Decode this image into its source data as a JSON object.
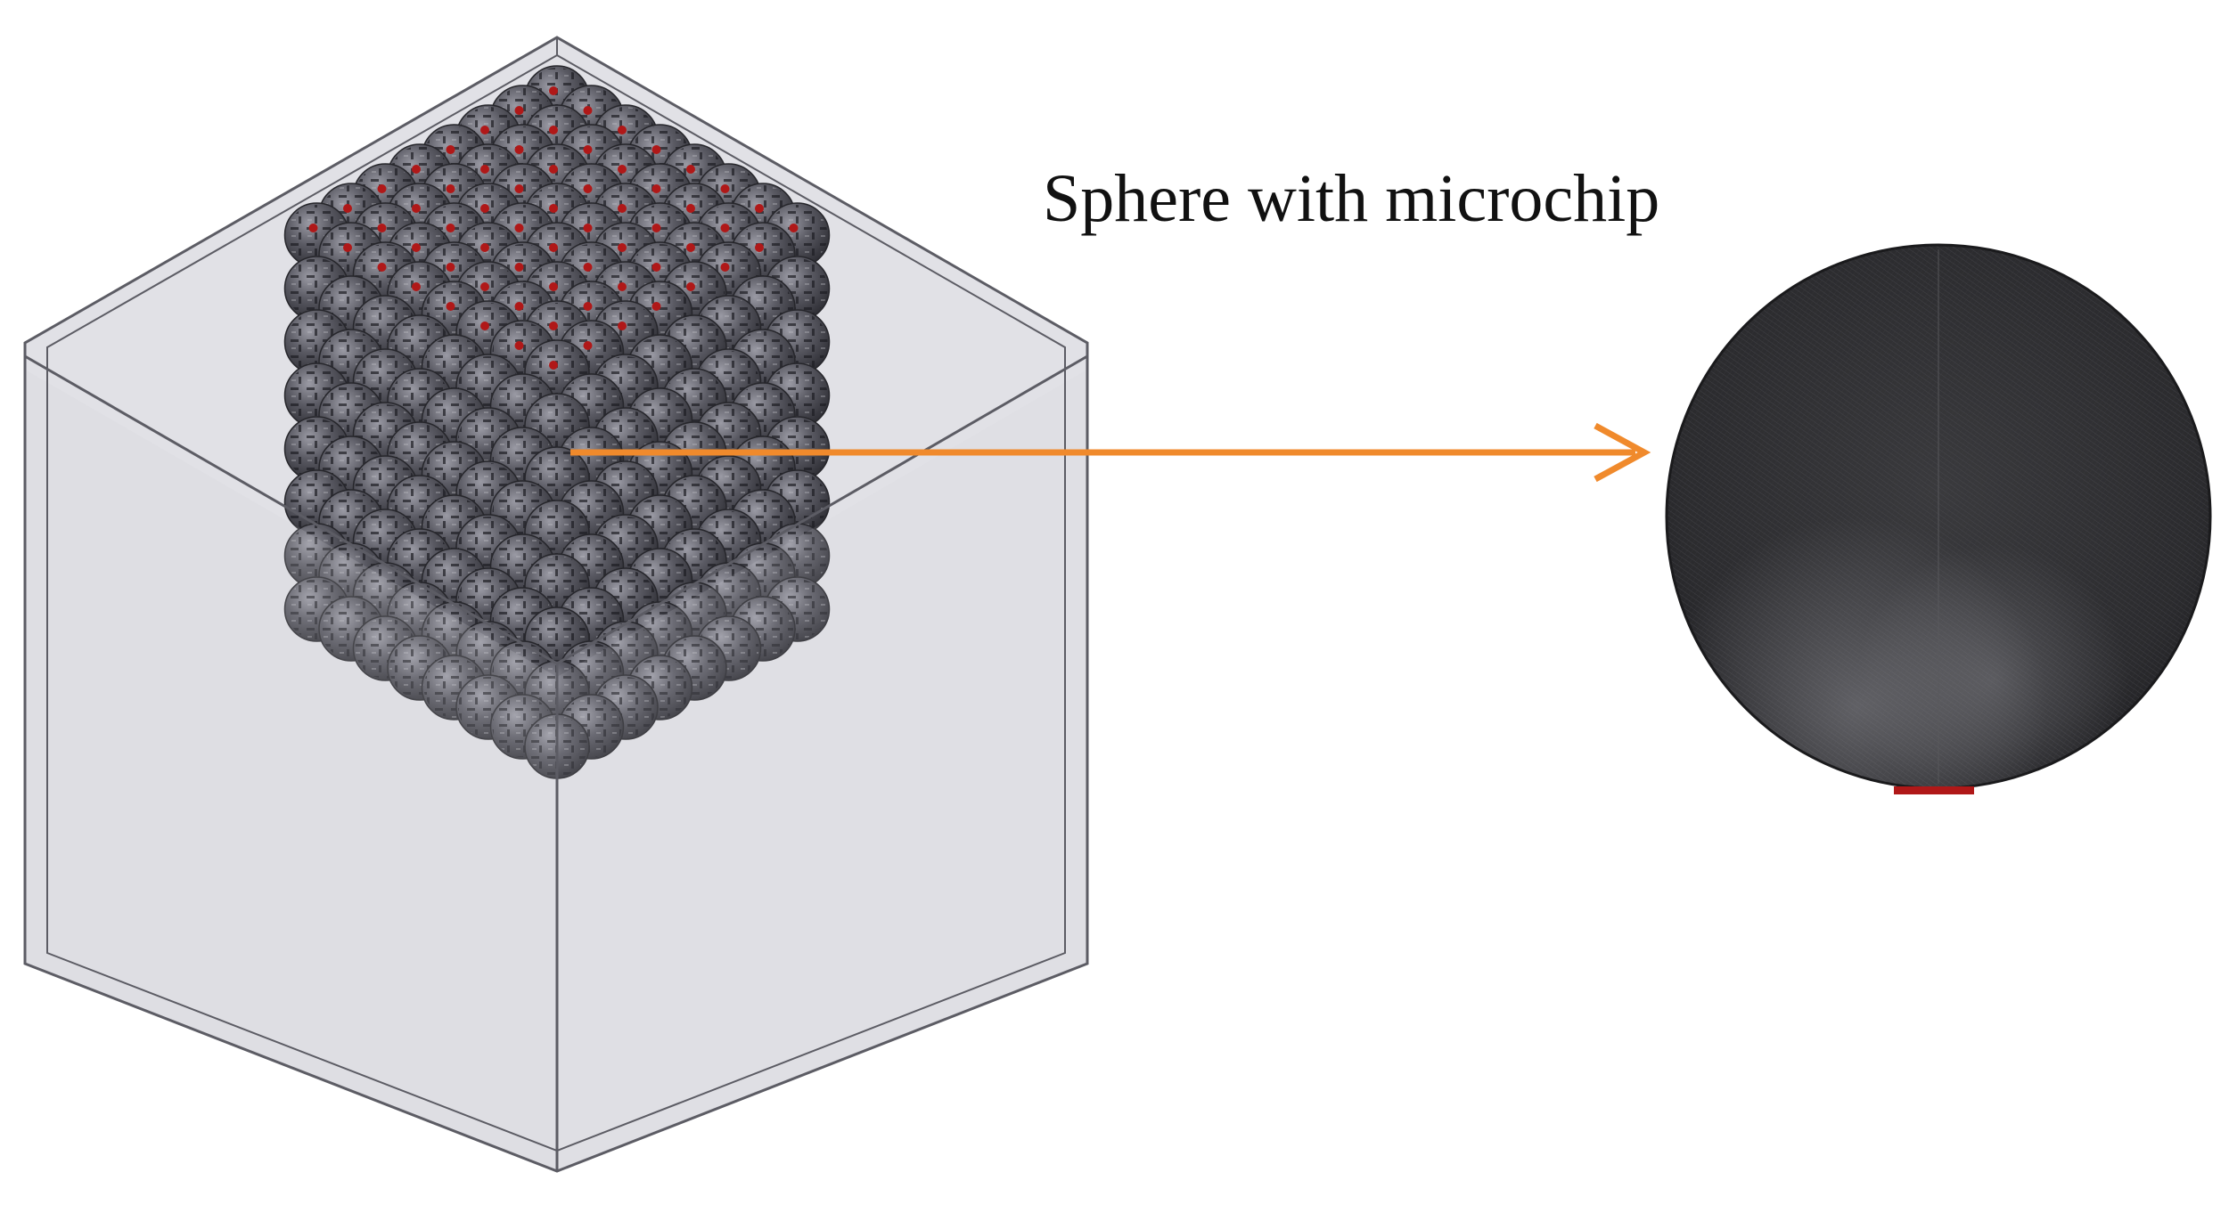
{
  "figure": {
    "label": "Sphere with microchip",
    "colors": {
      "background": "#ffffff",
      "box_edge": "#5c5c64",
      "box_fill": "#c9c9d2",
      "sphere_body": "#4e4e57",
      "sphere_dark": "#2b2b31",
      "microchip": "#b01818",
      "arrow": "#f08a2c",
      "detail_sphere": "#2a2a2c"
    },
    "icons": {
      "cube": "sphere-lattice-cube",
      "detail": "sphere-with-chip",
      "arrow": "arrow-right"
    }
  }
}
